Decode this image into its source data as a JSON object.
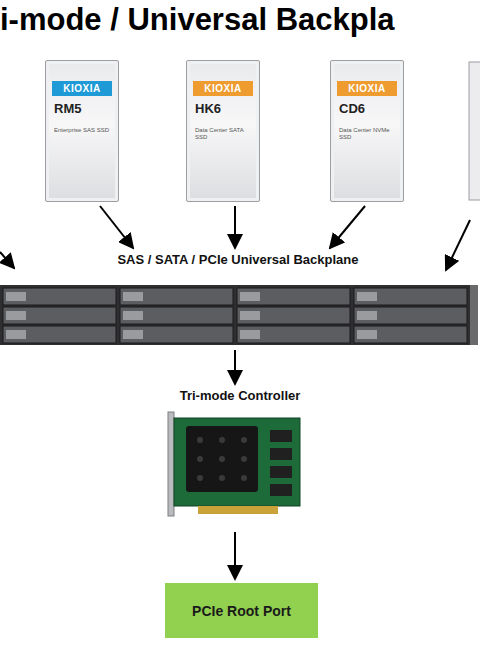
{
  "diagram": {
    "title": "i-mode / Universal Backpla",
    "nodes": [
      {
        "text": [
          "KIOXIA",
          "RM5",
          "Enterprise SAS SSD"
        ]
      },
      {
        "text": [
          "KIOXIA",
          "HK6",
          "Data Center SATA SSD"
        ]
      },
      {
        "text": [
          "KIOXIA",
          "CD6",
          "Data Center NVMe SSD"
        ]
      },
      {
        "text": [
          "SAS / SATA / PCIe  Universal Backplane"
        ]
      },
      {
        "text": [
          "Tri-mode  Controller"
        ]
      },
      {
        "text": [
          "PCIe Root Port"
        ]
      }
    ],
    "edges": [
      {
        "from": 0,
        "to": 3,
        "arrow": "to"
      },
      {
        "from": 1,
        "to": 3,
        "arrow": "to"
      },
      {
        "from": 2,
        "to": 3,
        "arrow": "to"
      },
      {
        "from": 3,
        "to": 4,
        "arrow": "to"
      },
      {
        "from": 4,
        "to": 5,
        "arrow": "to"
      }
    ]
  }
}
